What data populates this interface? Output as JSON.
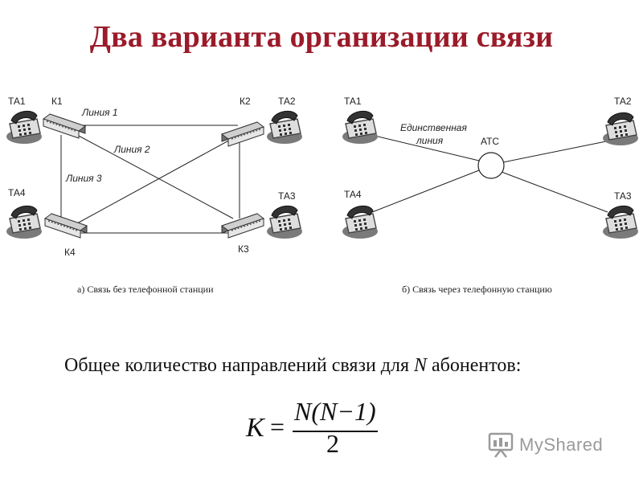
{
  "title": "Два варианта организации связи",
  "left": {
    "ta1": "ТА1",
    "ta2": "ТА2",
    "ta3": "ТА3",
    "ta4": "ТА4",
    "k1": "К1",
    "k2": "К2",
    "k3": "К3",
    "k4": "К4",
    "line1": "Линия 1",
    "line2": "Линия 2",
    "line3": "Линия 3",
    "caption": "а) Связь без телефонной станции"
  },
  "right": {
    "ta1": "ТА1",
    "ta2": "ТА2",
    "ta3": "ТА3",
    "ta4": "ТА4",
    "single_line_1": "Единственная",
    "single_line_2": "линия",
    "exchange": "АТС",
    "caption": "б) Связь через телефонную станцию"
  },
  "statement": {
    "prefix": "Общее количество направлений связи для ",
    "var": "N",
    "suffix": " абонентов:"
  },
  "formula": {
    "lhs": "K",
    "eq": "=",
    "numerator": "N(N−1)",
    "denominator": "2"
  },
  "watermark": "MyShared",
  "icons": {
    "phone": "telephone-icon",
    "switch": "switch-icon",
    "exchange": "exchange-circle-icon",
    "watermark": "presentation-board-icon"
  }
}
